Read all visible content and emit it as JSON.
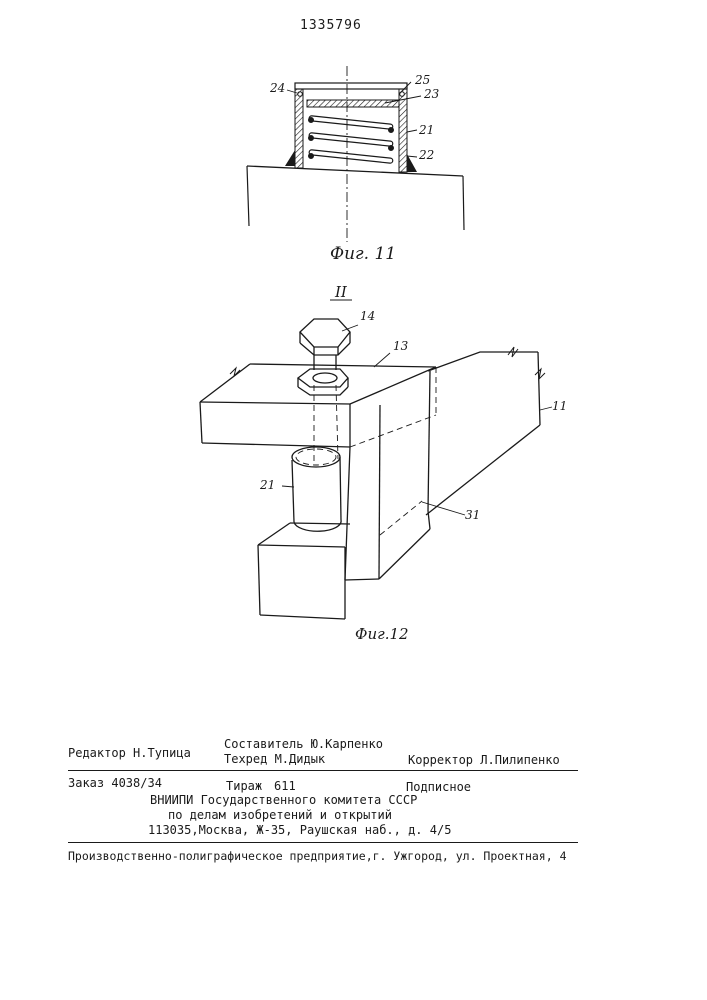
{
  "patent_number": "1335796",
  "figures": {
    "fig11": {
      "caption": "Фиг. 11",
      "labels": [
        "24",
        "25",
        "23",
        "21",
        "22"
      ]
    },
    "fig12": {
      "section_mark": "II",
      "caption": "Фиг.12",
      "labels": [
        "14",
        "13",
        "11",
        "21",
        "31"
      ]
    }
  },
  "imprint": {
    "compiler": "Составитель  Ю.Карпенко",
    "editor": "Редактор Н.Тупица",
    "techred": "Техред М.Дидык",
    "corrector": "Корректор Л.Пилипенко",
    "order": "Заказ 4038/34",
    "circulation_label": "Тираж",
    "circulation_value": "611",
    "subscription": "Подписное",
    "org1": "ВНИИПИ Государственного комитета  СССР",
    "org2": "по делам изобретений и открытий",
    "address": "113035,Москва, Ж-35, Раушская наб., д. 4/5",
    "printer": "Производственно-полиграфическое предприятие,г. Ужгород, ул. Проектная, 4"
  }
}
